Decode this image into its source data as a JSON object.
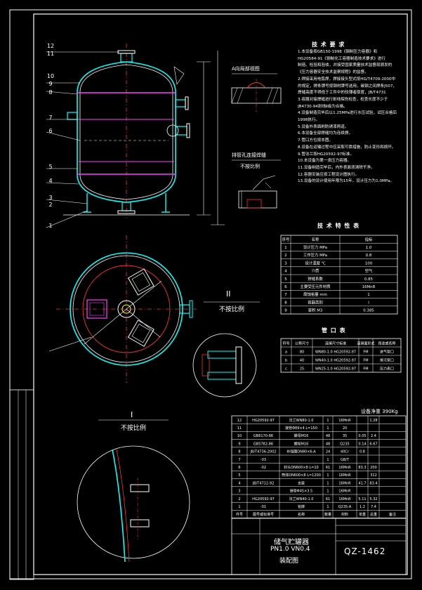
{
  "drawing": {
    "title_main": "储气贮罐器",
    "title_spec": "PN1.0 VN0.4",
    "title_sub": "装配图",
    "drawing_no": "QZ-1462",
    "total_weight": "设备净重 390Kg",
    "scale_ii": "不按比例",
    "scale_i": "不按比例",
    "section_ii": "II",
    "section_i": "I",
    "detail_a_title": "A向局部视图",
    "detail_b_title": "排管孔连接焊缝",
    "detail_b_sub": "不按比例"
  },
  "part_labels": [
    "12",
    "11",
    "10",
    "9",
    "8",
    "7",
    "6",
    "5",
    "4",
    "3",
    "2",
    "1"
  ],
  "tech_req": {
    "title": "技 术 要 求",
    "lines": [
      "1.本设备按GB150-1998《钢制压力容器》和",
      "HG20584-91《钢制化工容器制造技术要求》进行",
      "制造、检验和验收，并接受国家质量技术监督局颁发的",
      "《压力容器安全技术监察规程》的监督。",
      "2.焊接采用电弧焊，焊接接头型式按HG/T4709-2000中",
      "的规定，焊条牌号按钢材牌号选用，碳钢之间焊条J507，",
      "焊缝高度不得低于工件中的较薄者厚度，JB/T4731",
      "3.容器对接焊缝进行射线探伤检查，检查长度不少于",
      "JB4730-94射线Ⅱ级为合格。",
      "4.设备制造完毕后以1.25MPa进行水压试验，试压合格后",
      "1998执行。",
      "5.设备外表面刷防锈漆两道。",
      "6.本设备全部焊缝均为连续焊。",
      "7.管口方位按本图。",
      "8.设备在运输过程中应采取可靠措施，防止变形和损坏。",
      "9.管法兰按HG20592-97标准。",
      "10.本设备为第一类压力容器。",
      "11.设备制造完毕后，内外表面须清除干净。",
      "12.容器安装应按工程设计图执行。",
      "13.设备的设计使用年限为15年，设计压力为1.0MPa。"
    ]
  },
  "tech_char": {
    "title": "技 术 特 性 表",
    "headers": [
      "序号",
      "名称",
      "指标"
    ],
    "rows": [
      [
        "1",
        "设计压力 MPa",
        "1.0"
      ],
      [
        "2",
        "工作压力 MPa",
        "0.8"
      ],
      [
        "3",
        "设计温度 ℃",
        "100"
      ],
      [
        "4",
        "介质",
        "空气"
      ],
      [
        "5",
        "焊缝系数",
        "0.85"
      ],
      [
        "6",
        "主要受压元件材质",
        "16MnR"
      ],
      [
        "7",
        "腐蚀裕量 mm",
        "1"
      ],
      [
        "8",
        "容器类别",
        "I"
      ],
      [
        "9",
        "容积 M3",
        "0.385"
      ]
    ]
  },
  "nozzle_table": {
    "title": "管 口 表",
    "headers": [
      "符号",
      "公称尺寸",
      "连接尺寸标准",
      "连接面形式",
      "用途或名称"
    ],
    "rows": [
      [
        "a",
        "80",
        "WN80-1.0 HG20592-97",
        "FM",
        "进气管口"
      ],
      [
        "b",
        "40",
        "WN40-1.0 HG20592-97",
        "FM",
        "排污管口"
      ],
      [
        "c",
        "25",
        "WN25-1.0 HG20592-97",
        "FM",
        "压力表口"
      ]
    ]
  },
  "bom": {
    "rows": [
      [
        "12",
        "HG20592-97",
        "法兰WN80-1.0",
        "1",
        "16MnR",
        "",
        "1.28",
        ""
      ],
      [
        "11",
        "",
        "接管Φ89×4 L=150",
        "1",
        "20",
        "",
        "",
        ""
      ],
      [
        "10",
        "GB6170-86",
        "螺母M16",
        "48",
        "35",
        "0.05",
        "2.4",
        ""
      ],
      [
        "9",
        "GB5782-86",
        "螺栓M16",
        "48",
        "Q235",
        "0.14",
        "6.67",
        ""
      ],
      [
        "8",
        "JB/T4736-2002",
        "补强圈DN80×6-A",
        "24",
        "40Cr",
        "0.8",
        "",
        ""
      ],
      [
        "7",
        "-03",
        "",
        "1",
        "GB/T",
        "",
        "",
        ""
      ],
      [
        "6",
        "-02",
        "封头DN600×8 L=10",
        "61",
        "16MnR",
        "83.3",
        "200",
        ""
      ],
      [
        "5",
        "",
        "筒体DN600×8 L=1200",
        "1",
        "16MnR",
        "",
        "312",
        ""
      ],
      [
        "4",
        "JB/T4712-92",
        "支座",
        "1",
        "16MnR",
        "41.7",
        "83.4",
        ""
      ],
      [
        "3",
        "",
        "接管Φ45×3.5",
        "1",
        "16MnR",
        "",
        "",
        ""
      ],
      [
        "2",
        "HG20592-97",
        "法兰WN40-1.0",
        "61",
        "16MnR",
        "5.11",
        "5.32",
        ""
      ],
      [
        "1",
        "-01",
        "铭牌",
        "1",
        "Q235-A",
        "1.2",
        "7.4",
        ""
      ]
    ],
    "headers": [
      "件号",
      "图号或标准号",
      "名称",
      "数量",
      "材料",
      "单重",
      "总重",
      "备注"
    ]
  }
}
